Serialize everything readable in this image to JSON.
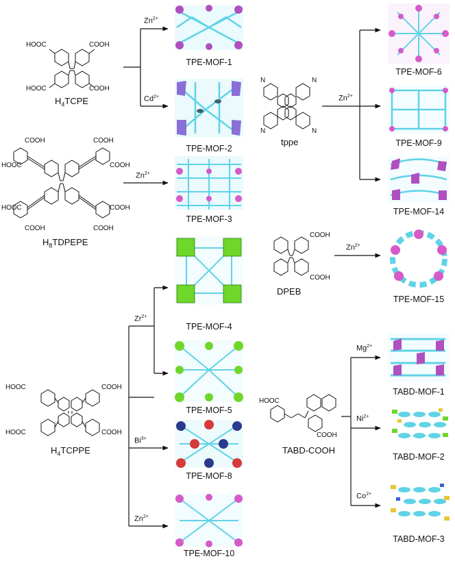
{
  "molecules": {
    "h4tcpe": {
      "name_prefix": "H",
      "name_sub": "4",
      "name_suffix": "TCPE",
      "groups": [
        "HOOC",
        "COOH",
        "HOOC",
        "COOH"
      ]
    },
    "h8tdpepe": {
      "name_prefix": "H",
      "name_sub": "8",
      "name_suffix": "TDPEPE",
      "groups": [
        "COOH",
        "COOH",
        "HOOC",
        "COOH",
        "HOOC",
        "COOH",
        "COOH",
        "COOH"
      ]
    },
    "h4tcppe": {
      "name_prefix": "H",
      "name_sub": "4",
      "name_suffix": "TCPPE",
      "groups": [
        "HOOC",
        "COOH",
        "HOOC",
        "COOH"
      ]
    },
    "tppe": {
      "name": "tppe",
      "atom": "N"
    },
    "dpeb": {
      "name": "DPEB",
      "groups": [
        "COOH",
        "COOH"
      ]
    },
    "tabd": {
      "name": "TABD-COOH",
      "groups": [
        "HOOC",
        "COOH"
      ]
    }
  },
  "ions": {
    "zn": {
      "symbol": "Zn",
      "charge": "2+"
    },
    "cd": {
      "symbol": "Cd",
      "charge": "2+"
    },
    "zr": {
      "symbol": "Zr",
      "charge": "2+"
    },
    "bi": {
      "symbol": "Bi",
      "charge": "3+"
    },
    "mg": {
      "symbol": "Mg",
      "charge": "2+"
    },
    "ni": {
      "symbol": "Ni",
      "charge": "2+"
    },
    "co": {
      "symbol": "Co",
      "charge": "2+"
    }
  },
  "mofs": {
    "mof1": "TPE-MOF-1",
    "mof2": "TPE-MOF-2",
    "mof3": "TPE-MOF-3",
    "mof4": "TPE-MOF-4",
    "mof5": "TPE-MOF-5",
    "mof8": "TPE-MOF-8",
    "mof10": "TPE-MOF-10",
    "mof6": "TPE-MOF-6",
    "mof9": "TPE-MOF-9",
    "mof14": "TPE-MOF-14",
    "mof15": "TPE-MOF-15",
    "tabd1": "TABD-MOF-1",
    "tabd2": "TABD-MOF-2",
    "tabd3": "TABD-MOF-3"
  },
  "colors": {
    "linker": "#5fd3e6",
    "node_purple": "#b04fc0",
    "node_violet": "#8a6fd6",
    "node_green": "#6fd62a",
    "node_navy": "#2a3a8c",
    "node_red": "#d63a3a",
    "node_yellow": "#e6c63a",
    "node_magenta": "#d65ac8"
  }
}
